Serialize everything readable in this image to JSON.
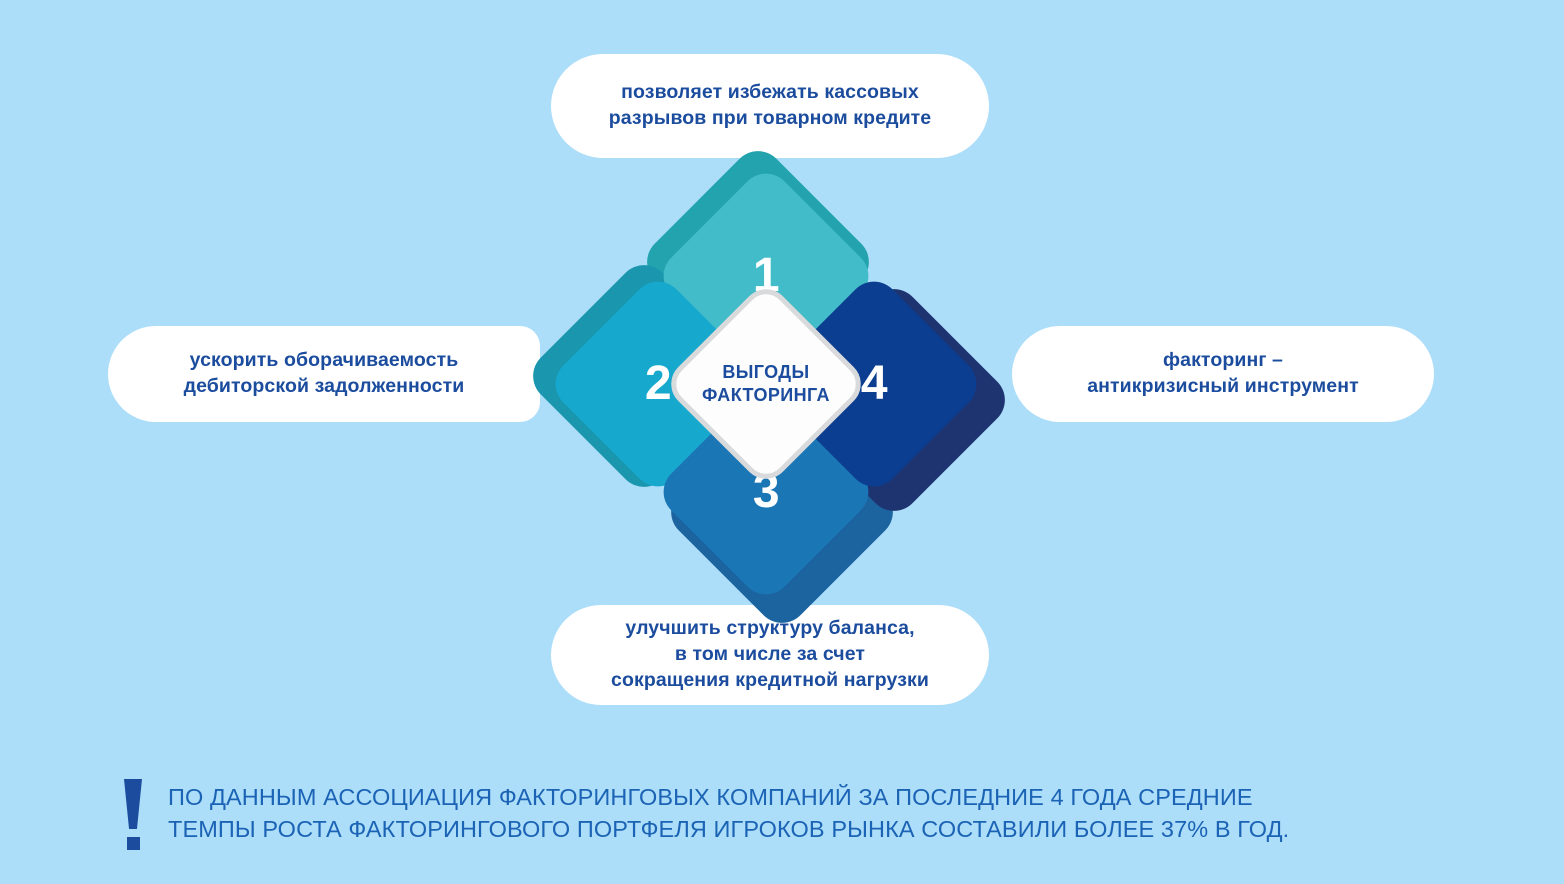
{
  "theme": {
    "background": "#ACDDF9",
    "callout_bg": "#FFFFFF",
    "callout_text": "#1B4C9E",
    "footer_text": "#1B63B5",
    "center_text": "#1B4C9E",
    "center_bg": "#FDFDFD",
    "center_ring": "#D8DADC",
    "white_plate": "#FFFFFF"
  },
  "center": {
    "label": "ВЫГОДЫ\nФАКТОРИНГА"
  },
  "diamonds": [
    {
      "number": "1",
      "position": "top",
      "color": "#42BCC8",
      "shadow_color": "#22A3AE",
      "callout": "позволяет избежать кассовых\nразрывов при товарном кредите"
    },
    {
      "number": "2",
      "position": "left",
      "color": "#17A8CE",
      "shadow_color": "#1A96AE",
      "callout": "ускорить оборачиваемость\nдебиторской задолженности"
    },
    {
      "number": "3",
      "position": "bottom",
      "color": "#1B76B5",
      "shadow_color": "#1C64A0",
      "callout": "улучшить структуру баланса,\nв том числе за счет\nсокращения кредитной нагрузки"
    },
    {
      "number": "4",
      "position": "right",
      "color": "#0B3E91",
      "shadow_color": "#1D3470",
      "callout": "факторинг –\nантикризисный инструмент"
    }
  ],
  "callouts": {
    "top": "позволяет избежать кассовых\nразрывов при товарном кредите",
    "left": "ускорить оборачиваемость\nдебиторской задолженности",
    "right": "факторинг –\nантикризисный инструмент",
    "bottom": "улучшить структуру баланса,\nв том числе за счет\nсокращения кредитной нагрузки"
  },
  "footer": {
    "icon": "exclamation-mark-icon",
    "text": "ПО ДАННЫМ АССОЦИАЦИЯ ФАКТОРИНГОВЫХ КОМПАНИЙ ЗА ПОСЛЕДНИЕ 4 ГОДА СРЕДНИЕ\nТЕМПЫ РОСТА ФАКТОРИНГОВОГО ПОРТФЕЛЯ ИГРОКОВ РЫНКА СОСТАВИЛИ БОЛЕЕ 37% В ГОД."
  }
}
